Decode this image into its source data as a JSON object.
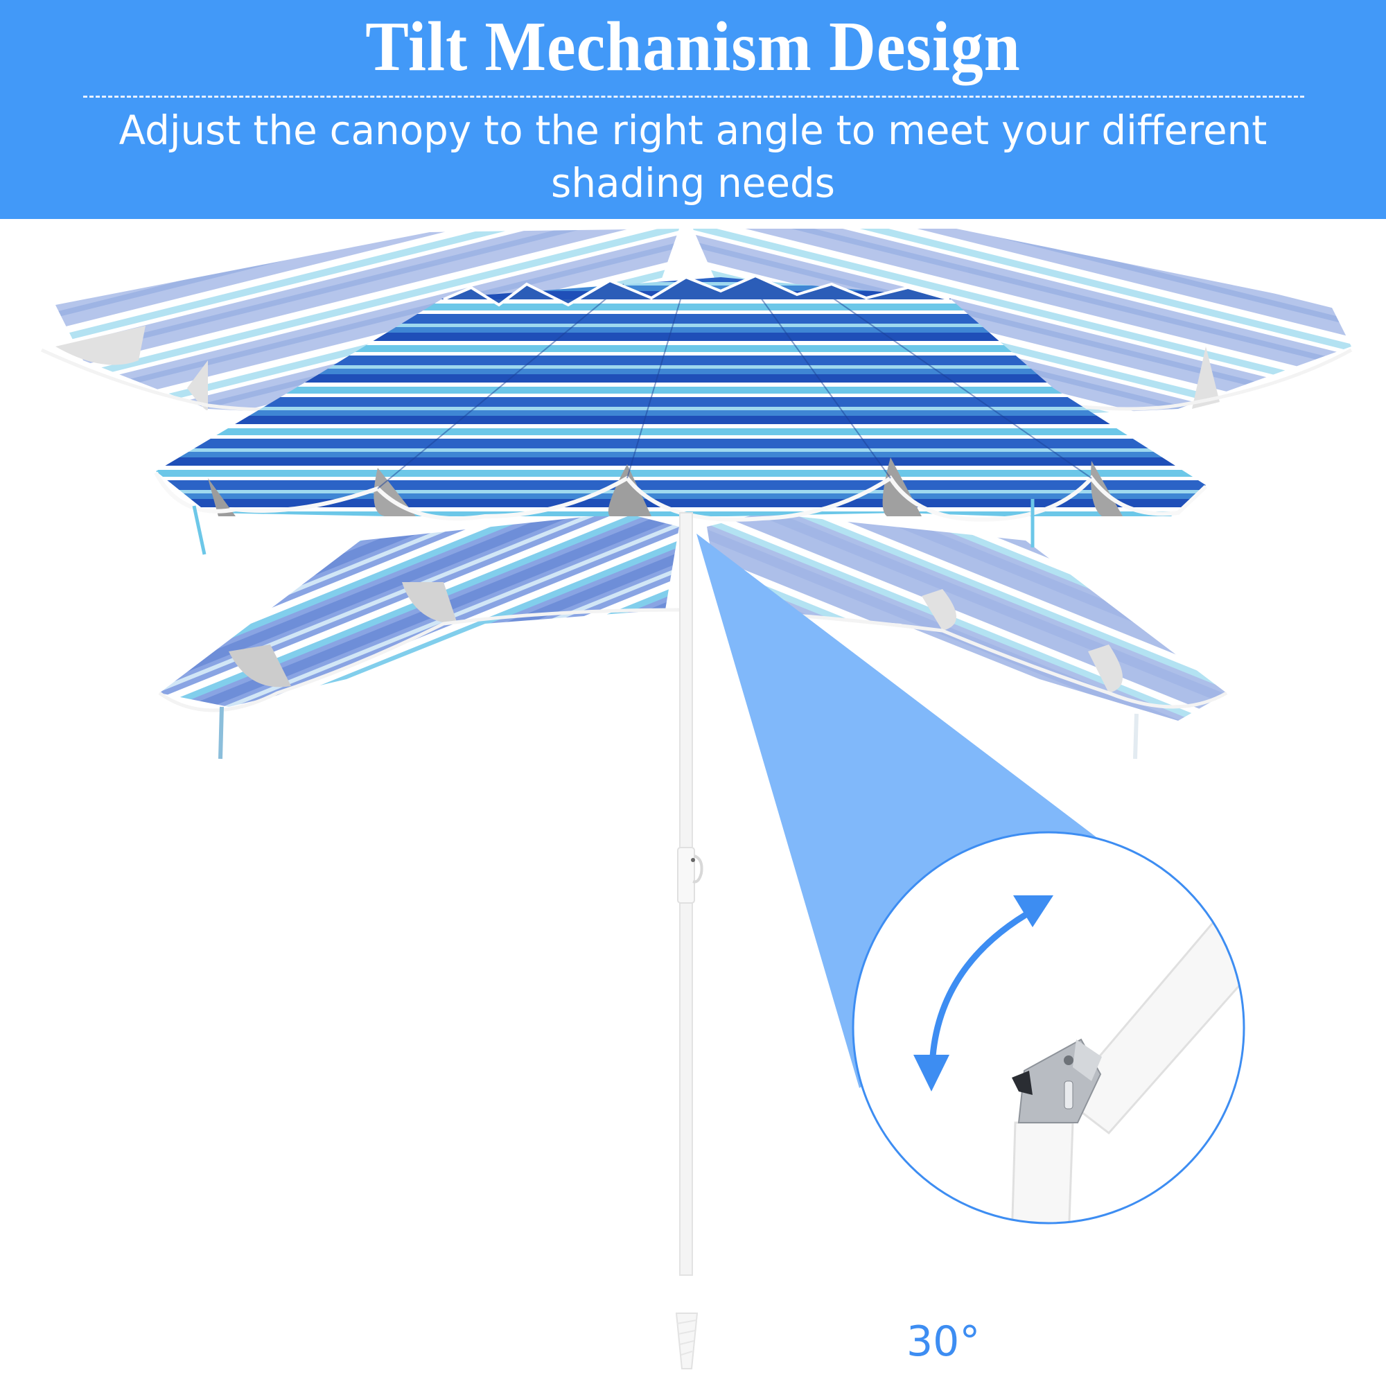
{
  "header": {
    "title": "Tilt Mechanism Design",
    "subtitle": "Adjust the canopy to the right angle to meet your different shading needs",
    "background_color": "#4299f8",
    "text_color": "#ffffff"
  },
  "illustration": {
    "subject": "striped beach umbrella",
    "canopy_stripe_colors": [
      "#1f4fb8",
      "#3f86d4",
      "#6cc7e8",
      "#ffffff",
      "#9fb7e6"
    ],
    "ghost_positions": [
      "tilted-left-up",
      "tilted-right-up",
      "tilted-left-down",
      "tilted-right-down"
    ],
    "pole_color": "#f4f4f4",
    "ground_anchor": "screw-anchor-icon"
  },
  "detail_callout": {
    "label": "30°",
    "tilt_angle_degrees": 30,
    "accent_color": "#3d8df2",
    "cone_color": "#80b8fa",
    "icons": [
      "curved-double-arrow-icon",
      "tilt-hinge-icon"
    ]
  }
}
